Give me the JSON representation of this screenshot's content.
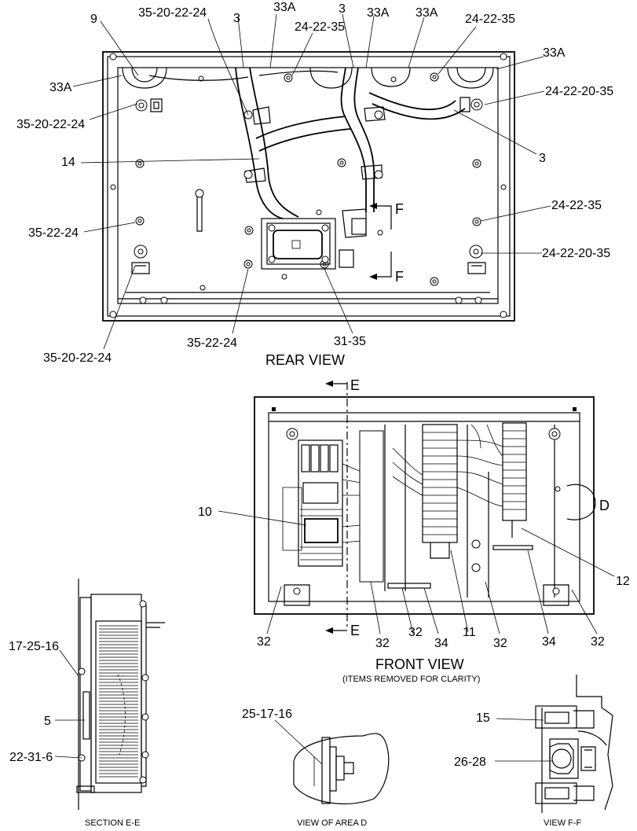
{
  "views": {
    "rear": {
      "title": "REAR VIEW",
      "callouts": [
        "9",
        "35-20-22-24",
        "3",
        "33A",
        "24-22-35",
        "3",
        "33A",
        "33A",
        "24-22-35",
        "33A",
        "33A",
        "35-20-22-24",
        "24-22-20-35",
        "3",
        "14",
        "35-22-24",
        "24-22-35",
        "24-22-20-35",
        "35-20-22-24",
        "35-22-24",
        "31-35"
      ],
      "section_letter": "F"
    },
    "front": {
      "title": "FRONT VIEW",
      "note": "(ITEMS REMOVED FOR CLARITY)",
      "section_letter": "E",
      "area_letter": "D",
      "callouts": [
        "10",
        "12",
        "32",
        "32",
        "32",
        "34",
        "11",
        "32",
        "34",
        "32"
      ]
    },
    "section_ee": {
      "title": "SECTION  E-E",
      "callouts": [
        "17-25-16",
        "5",
        "22-31-6"
      ]
    },
    "area_d": {
      "title": "VIEW OF AREA  D",
      "callouts": [
        "25-17-16"
      ]
    },
    "view_ff": {
      "title": "VIEW  F-F",
      "callouts": [
        "15",
        "26-28"
      ]
    }
  }
}
